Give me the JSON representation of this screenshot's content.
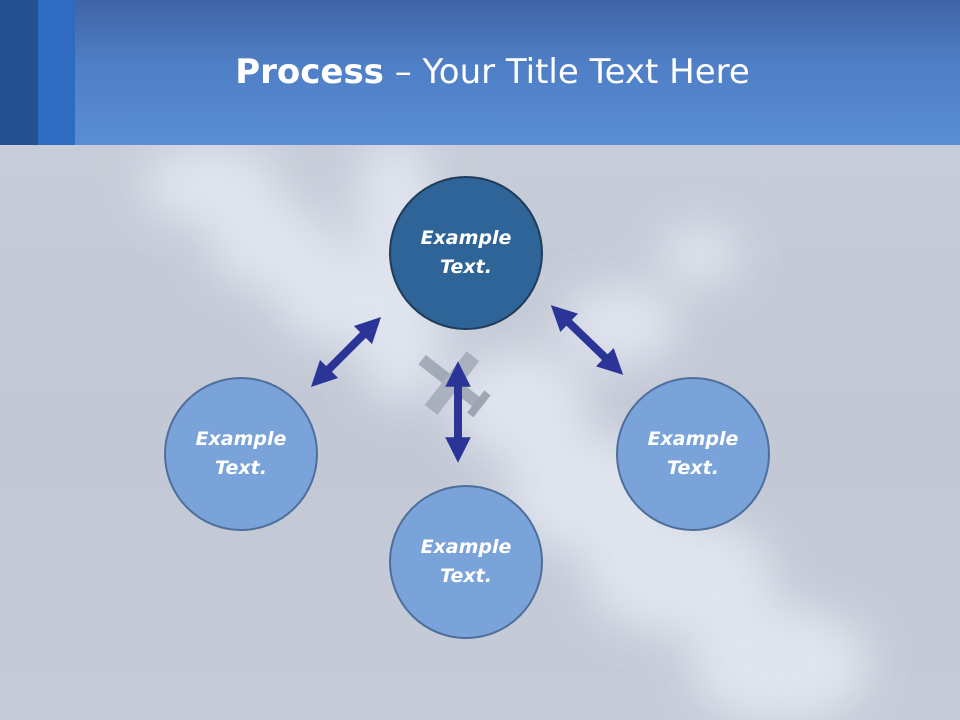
{
  "title": {
    "bold": "Process",
    "rest": " – Your Title Text Here"
  },
  "nodes": {
    "top": "Example Text.",
    "left": "Example Text.",
    "bottom": "Example Text.",
    "right": "Example Text."
  },
  "colors": {
    "header": "#4f7fc6",
    "main_node": "#2e6497",
    "sub_node": "#7aa3da",
    "arrow": "#2b3597",
    "background": "#c6cbd8"
  }
}
